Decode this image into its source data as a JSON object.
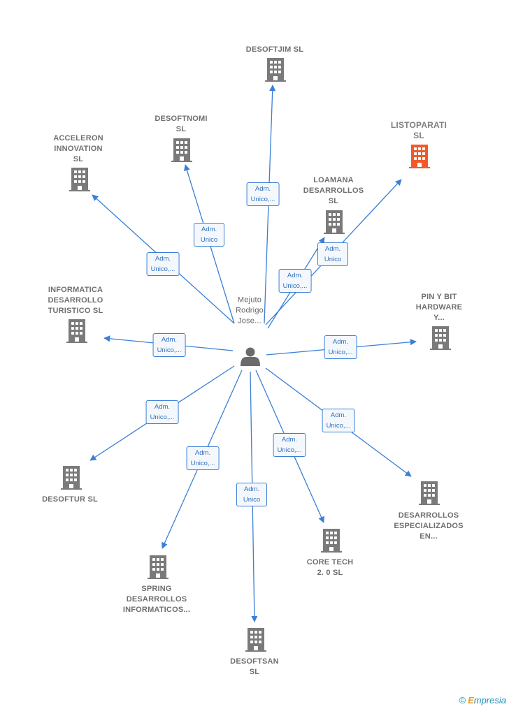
{
  "center": {
    "label": "Mejuto\nRodrigo\nJose...",
    "icon": "person-icon"
  },
  "colors": {
    "edge": "#3a7fd5",
    "building": "#7a7a7a",
    "building_highlight": "#f05a2b",
    "person": "#6b6b6b"
  },
  "companies": [
    {
      "id": "desoftjim",
      "label": "DESOFTJIM  SL",
      "icon": "building-icon",
      "highlight": false,
      "edge_label": "Adm.\nUnico,..."
    },
    {
      "id": "desoftnomi",
      "label": "DESOFTNOMI\nSL",
      "icon": "building-icon",
      "highlight": false,
      "edge_label": "Adm.\nUnico"
    },
    {
      "id": "acceleron",
      "label": "ACCELERON\nINNOVATION\nSL",
      "icon": "building-icon",
      "highlight": false,
      "edge_label": "Adm.\nUnico,..."
    },
    {
      "id": "listoparati",
      "label": "LISTOPARATI\nSL",
      "icon": "building-icon",
      "highlight": true,
      "edge_label": "Adm.\nUnico"
    },
    {
      "id": "loamana",
      "label": "LOAMANA\nDESARROLLOS\nSL",
      "icon": "building-icon",
      "highlight": false,
      "edge_label": "Adm.\nUnico,..."
    },
    {
      "id": "informatica",
      "label": "INFORMATICA\nDESARROLLO\nTURISTICO  SL",
      "icon": "building-icon",
      "highlight": false,
      "edge_label": "Adm.\nUnico,..."
    },
    {
      "id": "pinybit",
      "label": "PIN Y BIT\nHARDWARE\nY...",
      "icon": "building-icon",
      "highlight": false,
      "edge_label": "Adm.\nUnico,..."
    },
    {
      "id": "desoftur",
      "label": "DESOFTUR SL",
      "icon": "building-icon",
      "highlight": false,
      "edge_label": "Adm.\nUnico,..."
    },
    {
      "id": "desarrollosesp",
      "label": "DESARROLLOS\nESPECIALIZADOS\nEN...",
      "icon": "building-icon",
      "highlight": false,
      "edge_label": "Adm.\nUnico,..."
    },
    {
      "id": "spring",
      "label": "SPRING\nDESARROLLOS\nINFORMATICOS...",
      "icon": "building-icon",
      "highlight": false,
      "edge_label": "Adm.\nUnico,..."
    },
    {
      "id": "coretech",
      "label": "CORE TECH\n2. 0  SL",
      "icon": "building-icon",
      "highlight": false,
      "edge_label": "Adm.\nUnico,..."
    },
    {
      "id": "desoftsan",
      "label": "DESOFTSAN\nSL",
      "icon": "building-icon",
      "highlight": false,
      "edge_label": "Adm.\nUnico"
    }
  ],
  "footer": {
    "copyright_symbol": "©",
    "brand_initial": "E",
    "brand_rest": "mpresia"
  }
}
